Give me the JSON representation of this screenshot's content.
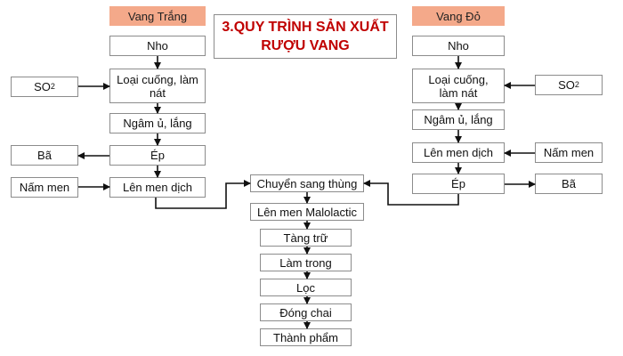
{
  "title": {
    "line1": "3.QUY TRÌNH SẢN XUẤT",
    "line2": "RƯỢU VANG"
  },
  "white_wine": {
    "header": "Vang Trắng",
    "steps": [
      "Nho",
      "Loại cuống, làm nát",
      "Ngâm ủ, lắng",
      "Ép",
      "Lên men dịch"
    ],
    "inputs": {
      "so2": "SO",
      "so2_sub": "2",
      "yeast": "Nấm men"
    },
    "outputs": {
      "pomace": "Bã"
    }
  },
  "red_wine": {
    "header": "Vang Đỏ",
    "steps": [
      "Nho",
      "Loại cuống, làm nát",
      "Ngâm ủ, lắng",
      "Lên men dịch",
      "Ép"
    ],
    "inputs": {
      "so2": "SO",
      "so2_sub": "2",
      "yeast": "Nấm men"
    },
    "outputs": {
      "pomace": "Bã"
    }
  },
  "common_steps": [
    "Chuyển sang thùng",
    "Lên men Malolactic",
    "Tàng trữ",
    "Làm trong",
    "Lọc",
    "Đóng chai",
    "Thành phẩm"
  ],
  "colors": {
    "header_bg": "#f4a98a",
    "title_text": "#c00000",
    "border": "#8c8c8c",
    "arrow": "#111111"
  }
}
